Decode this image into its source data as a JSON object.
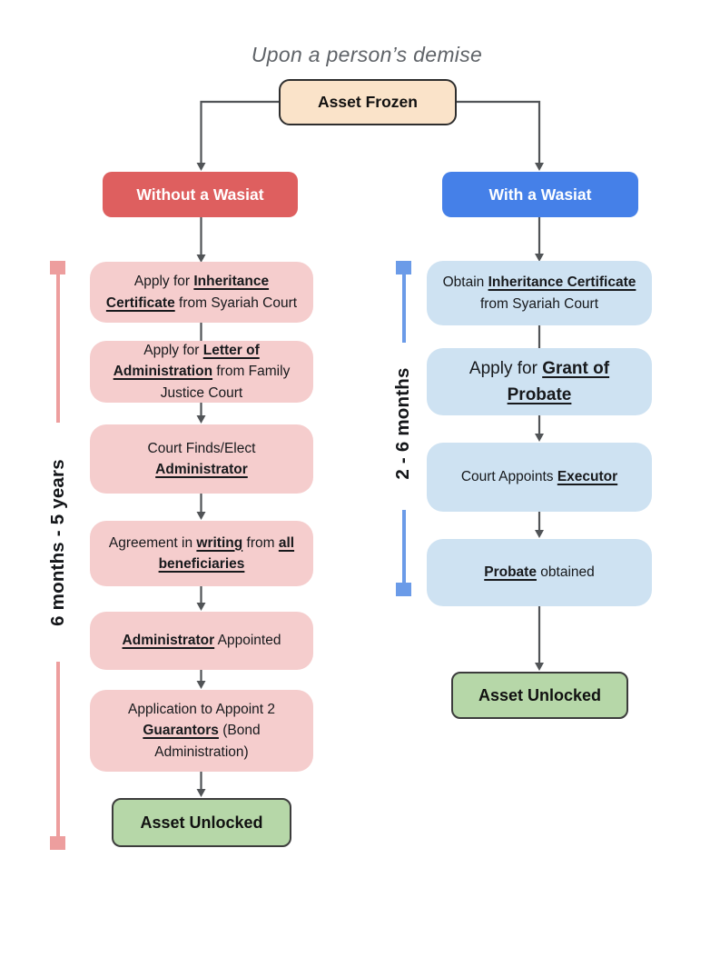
{
  "title": "Upon a person’s demise",
  "root": {
    "label": "Asset Frozen"
  },
  "colors": {
    "peach": "#FAE3C9",
    "red": "#DE5F5F",
    "blue": "#4580E8",
    "pink": "#F5CDCD",
    "lightblue": "#CEE2F2",
    "green": "#B6D7A8",
    "pinkbar": "#ED9E9E",
    "bluebar": "#6B9BE8",
    "arrow": "#515457",
    "title-gray": "#5F6368"
  },
  "left": {
    "header": "Without a Wasiat",
    "timeline": "6 months - 5 years",
    "end": "Asset Unlocked",
    "steps": [
      {
        "parts": [
          {
            "t": "Apply for "
          },
          {
            "t": "Inheritance",
            "u": true
          },
          {
            "br": true
          },
          {
            "t": "Certificate",
            "u": true
          },
          {
            "t": " from Syariah Court"
          }
        ]
      },
      {
        "parts": [
          {
            "t": "Apply for "
          },
          {
            "t": "Letter of",
            "u": true
          },
          {
            "br": true
          },
          {
            "t": "Administration",
            "u": true
          },
          {
            "t": " from Family"
          },
          {
            "br": true
          },
          {
            "t": "Justice Court"
          }
        ]
      },
      {
        "parts": [
          {
            "t": "Court Finds/Elect"
          },
          {
            "br": true
          },
          {
            "t": "Administrator",
            "u": true
          }
        ]
      },
      {
        "parts": [
          {
            "t": "Agreement in "
          },
          {
            "t": "writing",
            "u": true
          },
          {
            "t": " from "
          },
          {
            "t": "all",
            "u": true
          },
          {
            "br": true
          },
          {
            "t": "beneficiaries",
            "u": true
          }
        ]
      },
      {
        "parts": [
          {
            "t": "Administrator",
            "u": true
          },
          {
            "t": " Appointed"
          }
        ]
      },
      {
        "parts": [
          {
            "t": "Application to Appoint 2"
          },
          {
            "br": true
          },
          {
            "t": "Guarantors",
            "u": true
          },
          {
            "t": " (Bond"
          },
          {
            "br": true
          },
          {
            "t": "Administration)"
          }
        ]
      }
    ]
  },
  "right": {
    "header": "With a Wasiat",
    "timeline": "2 - 6 months",
    "end": "Asset Unlocked",
    "steps": [
      {
        "parts": [
          {
            "t": "Obtain "
          },
          {
            "t": "Inheritance Certificate",
            "u": true
          },
          {
            "br": true
          },
          {
            "t": "from Syariah Court"
          }
        ]
      },
      {
        "parts": [
          {
            "t": "Apply for "
          },
          {
            "t": "Grant of",
            "u": true
          },
          {
            "br": true
          },
          {
            "t": "Probate",
            "u": true
          }
        ]
      },
      {
        "parts": [
          {
            "t": "Court Appoints "
          },
          {
            "t": "Executor",
            "u": true
          }
        ]
      },
      {
        "parts": [
          {
            "t": "Probate",
            "u": true
          },
          {
            "t": " obtained"
          }
        ]
      }
    ]
  }
}
